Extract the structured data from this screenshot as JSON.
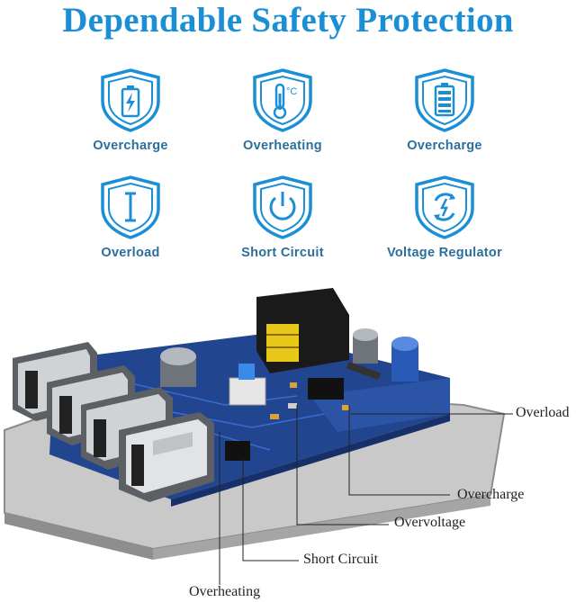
{
  "title": "Dependable Safety Protection",
  "features": [
    {
      "label": "Overcharge",
      "icon": "battery-icon"
    },
    {
      "label": "Overheating",
      "icon": "thermometer-icon"
    },
    {
      "label": "Overcharge",
      "icon": "battery-level-icon"
    },
    {
      "label": "Overload",
      "icon": "overload-i-icon"
    },
    {
      "label": "Short Circuit",
      "icon": "power-icon"
    },
    {
      "label": "Voltage Regulator",
      "icon": "voltage-regulator-icon"
    }
  ],
  "thermometer_text": "°C",
  "callouts": {
    "overload": "Overload",
    "overcharge": "Overcharge",
    "overvoltage": "Overvoltage",
    "short_circuit": "Short Circuit",
    "overheating": "Overheating"
  },
  "colors": {
    "accent": "#1b8fd6",
    "label": "#2a6f9c",
    "pcb": "#1f3f86",
    "base": "#9a9a9a"
  }
}
